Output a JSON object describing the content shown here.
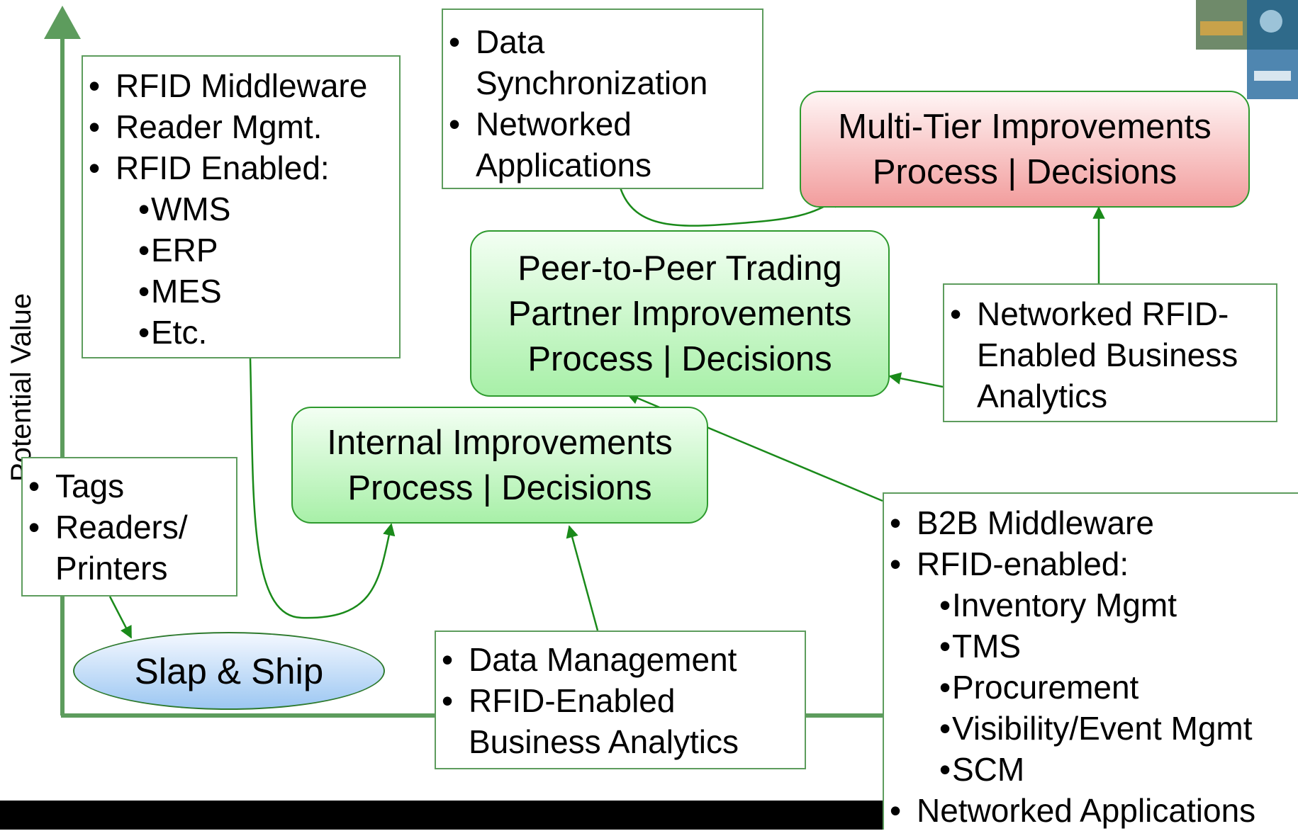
{
  "axis": {
    "y_label": "Potential Value"
  },
  "outcomes": {
    "multi_tier": [
      "Multi-Tier Improvements",
      "Process | Decisions"
    ],
    "peer_to_peer": [
      "Peer-to-Peer Trading",
      "Partner Improvements",
      "Process | Decisions"
    ],
    "internal": [
      "Internal Improvements",
      "Process | Decisions"
    ],
    "slap_ship": "Slap & Ship"
  },
  "enablers": {
    "rfid_middleware": {
      "items": [
        "RFID Middleware",
        "Reader Mgmt.",
        "RFID Enabled:"
      ],
      "subitems": [
        "WMS",
        "ERP",
        "MES",
        "Etc."
      ]
    },
    "data_sync": [
      "Data",
      "Synchronization",
      "Networked",
      "Applications"
    ],
    "networked_rfid": [
      "Networked RFID-",
      "Enabled Business",
      "Analytics"
    ],
    "tags": [
      "Tags",
      "Readers/",
      "Printers"
    ],
    "data_management": [
      "Data Management",
      "RFID-Enabled",
      "Business Analytics"
    ],
    "b2b": {
      "items": [
        "B2B Middleware",
        "RFID-enabled:"
      ],
      "subitems": [
        "Inventory Mgmt",
        "TMS",
        "Procurement",
        "Visibility/Event Mgmt",
        "SCM"
      ],
      "last": "Networked Applications"
    }
  },
  "colors": {
    "axis": "#5d9c5d",
    "connector": "#1a8a1a",
    "green_fill": "#a8f0a8",
    "red_fill": "#f29d9d",
    "ellipse_fill": "#9cc7f2"
  }
}
